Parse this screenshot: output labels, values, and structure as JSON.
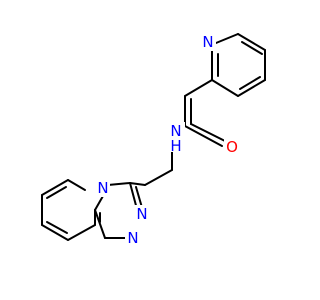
{
  "molecule": {
    "atoms": [
      {
        "id": "n_pyridine",
        "symbol": "N",
        "color": "#0000ff"
      },
      {
        "id": "n_amide",
        "symbol": "N",
        "color": "#0000ff"
      },
      {
        "id": "h_amide",
        "symbol": "H",
        "color": "#0000ff"
      },
      {
        "id": "o_carbonyl",
        "symbol": "O",
        "color": "#ff0000"
      },
      {
        "id": "n_bridge",
        "symbol": "N",
        "color": "#0000ff"
      },
      {
        "id": "n_triazole_a",
        "symbol": "N",
        "color": "#0000ff"
      },
      {
        "id": "n_triazole_b",
        "symbol": "N",
        "color": "#0000ff"
      }
    ]
  }
}
